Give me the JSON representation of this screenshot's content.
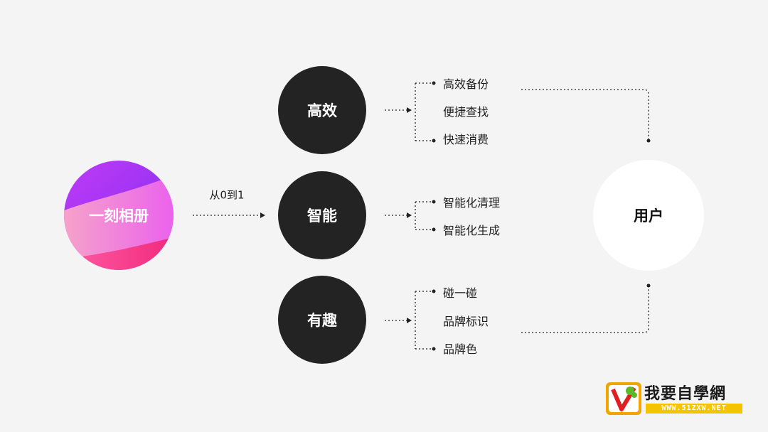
{
  "source": {
    "label": "一刻相册"
  },
  "edge": {
    "label": "从0到1"
  },
  "categories": [
    {
      "label": "高效",
      "items": [
        "高效备份",
        "便捷查找",
        "快速消费"
      ]
    },
    {
      "label": "智能",
      "items": [
        "智能化清理",
        "智能化生成"
      ]
    },
    {
      "label": "有趣",
      "items": [
        "碰一碰",
        "品牌标识",
        "品牌色"
      ]
    }
  ],
  "target": {
    "label": "用户"
  },
  "watermark": {
    "title": "我要自學網",
    "url": "WWW.51ZXW.NET"
  },
  "colors": {
    "background": "#f4f4f4",
    "category_fill": "#232323",
    "source_gradient": [
      "#a93cf5",
      "#f56bd0",
      "#ff4f9a"
    ],
    "target_fill": "#ffffff",
    "line": "#222222"
  }
}
